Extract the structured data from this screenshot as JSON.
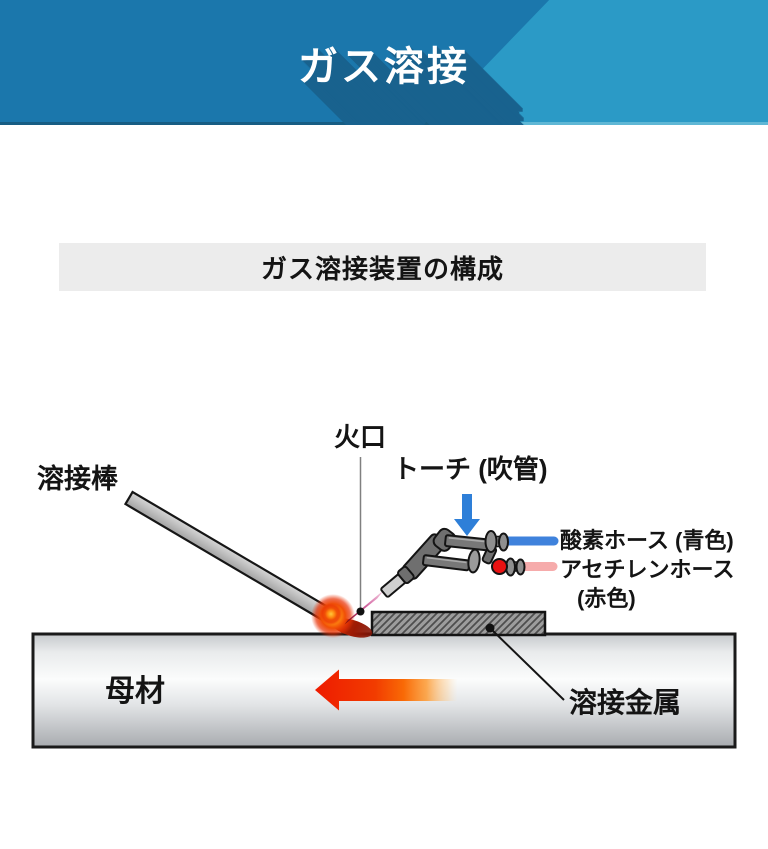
{
  "banner": {
    "title": "ガス溶接",
    "color_left": "#1b77ac",
    "color_right": "#2b9ac6",
    "shadow_color": "#19628e"
  },
  "section": {
    "title": "ガス溶接装置の構成"
  },
  "diagram": {
    "labels": {
      "nozzle_tip": "火口",
      "torch": "トーチ (吹管)",
      "welding_rod": "溶接棒",
      "oxygen_hose": "酸素ホース (青色)",
      "acetylene_hose": "アセチレンホース",
      "acetylene_hose_color": "(赤色)",
      "base_metal": "母材",
      "weld_metal": "溶接金属"
    },
    "colors": {
      "oxygen_hose": "#3f82dc",
      "acetylene_hose": "#f6abab",
      "direction_arrow_red": "#ee1b00",
      "torch_pointer_blue": "#2e7fd8",
      "valve_ball_red": "#ea1212"
    }
  }
}
